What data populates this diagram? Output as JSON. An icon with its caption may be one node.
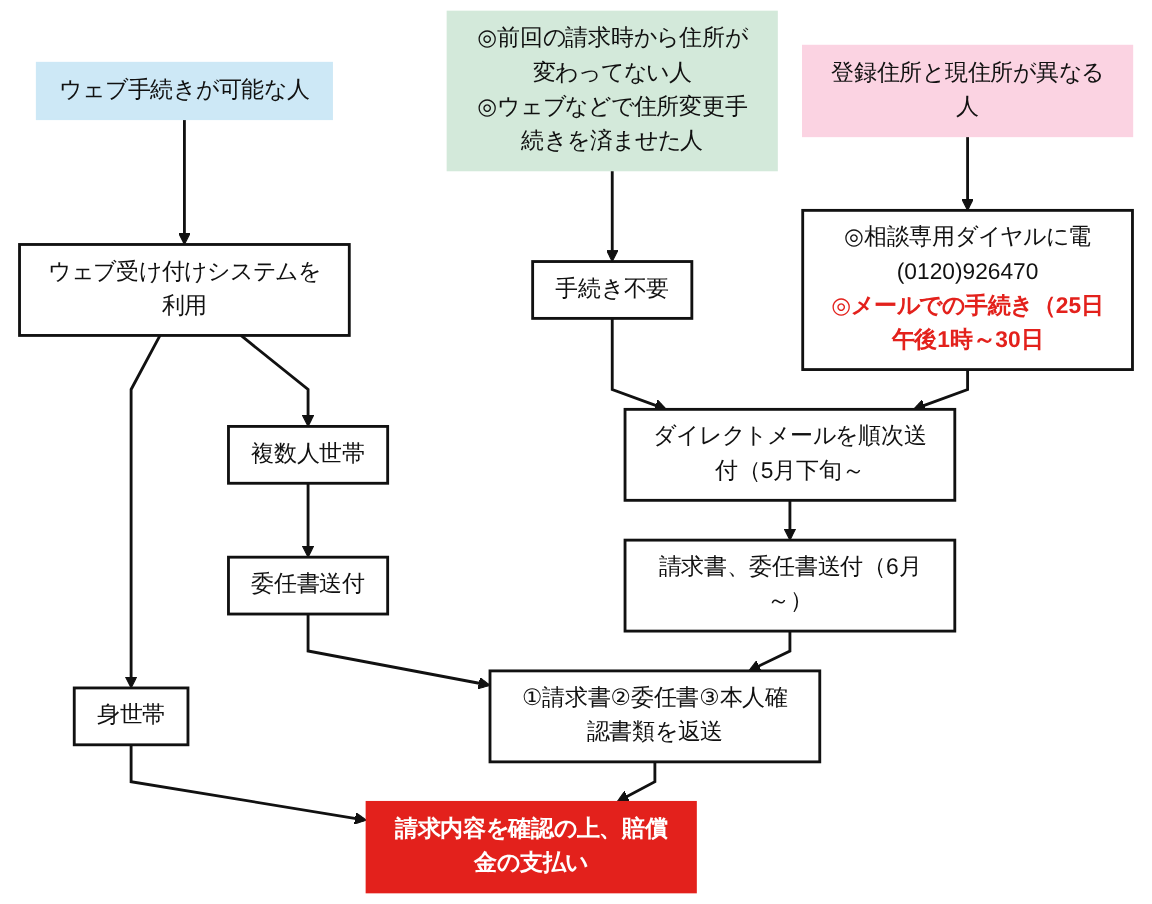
{
  "diagram": {
    "nodes": [
      {
        "text": [
          "ウェブ手続きが可能な人"
        ]
      },
      {
        "text": [
          "◎前回の請求時から住所が変わってない人",
          "◎ウェブなどで住所変更手続きを済ませた人"
        ]
      },
      {
        "text": [
          "登録住所と現住所が異なる人"
        ]
      },
      {
        "text": [
          "ウェブ受け付けシステムを利用"
        ]
      },
      {
        "text": [
          "手続き不要"
        ]
      },
      {
        "text": [
          "◎相談専用ダイヤルに電",
          "(0120)926470",
          "◎メールでの手続き（25日午後1時～30日"
        ]
      },
      {
        "text": [
          "身世帯"
        ]
      },
      {
        "text": [
          "複数人世帯"
        ]
      },
      {
        "text": [
          "ダイレクトメールを順次送付（5月下旬～"
        ]
      },
      {
        "text": [
          "委任書送付"
        ]
      },
      {
        "text": [
          "請求書、委任書送付（6月～）"
        ]
      },
      {
        "text": [
          "①請求書②委任書③本人確認書類を返送"
        ]
      },
      {
        "text": [
          "請求内容を確認の上、賠償金の支払い"
        ]
      }
    ],
    "edges": [
      {
        "from": 0,
        "to": 3,
        "arrow": "to"
      },
      {
        "from": 1,
        "to": 4,
        "arrow": "to"
      },
      {
        "from": 2,
        "to": 5,
        "arrow": "to"
      },
      {
        "from": 3,
        "to": 6,
        "arrow": "to"
      },
      {
        "from": 3,
        "to": 7,
        "arrow": "to"
      },
      {
        "from": 4,
        "to": 8,
        "arrow": "to"
      },
      {
        "from": 5,
        "to": 8,
        "arrow": "to"
      },
      {
        "from": 7,
        "to": 9,
        "arrow": "to"
      },
      {
        "from": 8,
        "to": 10,
        "arrow": "to"
      },
      {
        "from": 9,
        "to": 11,
        "arrow": "to"
      },
      {
        "from": 10,
        "to": 11,
        "arrow": "to"
      },
      {
        "from": 6,
        "to": 12,
        "arrow": "to"
      },
      {
        "from": 11,
        "to": 12,
        "arrow": "to"
      }
    ]
  }
}
